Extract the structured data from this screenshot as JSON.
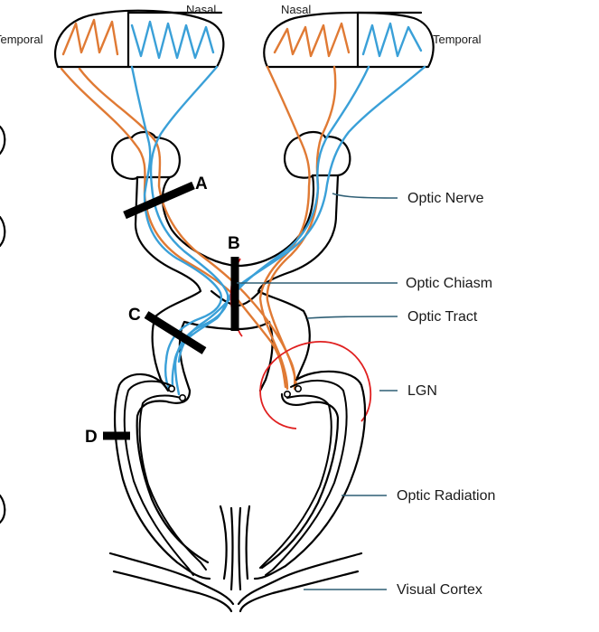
{
  "labels": {
    "nasal_left": "Nasal",
    "nasal_right": "Nasal",
    "temporal_left": "Temporal",
    "temporal_right": "Temporal",
    "optic_nerve": "Optic Nerve",
    "optic_chiasm": "Optic Chiasm",
    "optic_tract": "Optic Tract",
    "lgn": "LGN",
    "optic_radiation": "Optic Radiation",
    "visual_cortex": "Visual Cortex"
  },
  "lesions": {
    "a": "A",
    "b": "B",
    "c": "C",
    "d": "D"
  },
  "colors": {
    "temporal_fibers": "#e07a34",
    "nasal_fibers": "#3aa0d8",
    "lgn_circle": "#e02020",
    "leader_lines": "#2f5f75"
  }
}
